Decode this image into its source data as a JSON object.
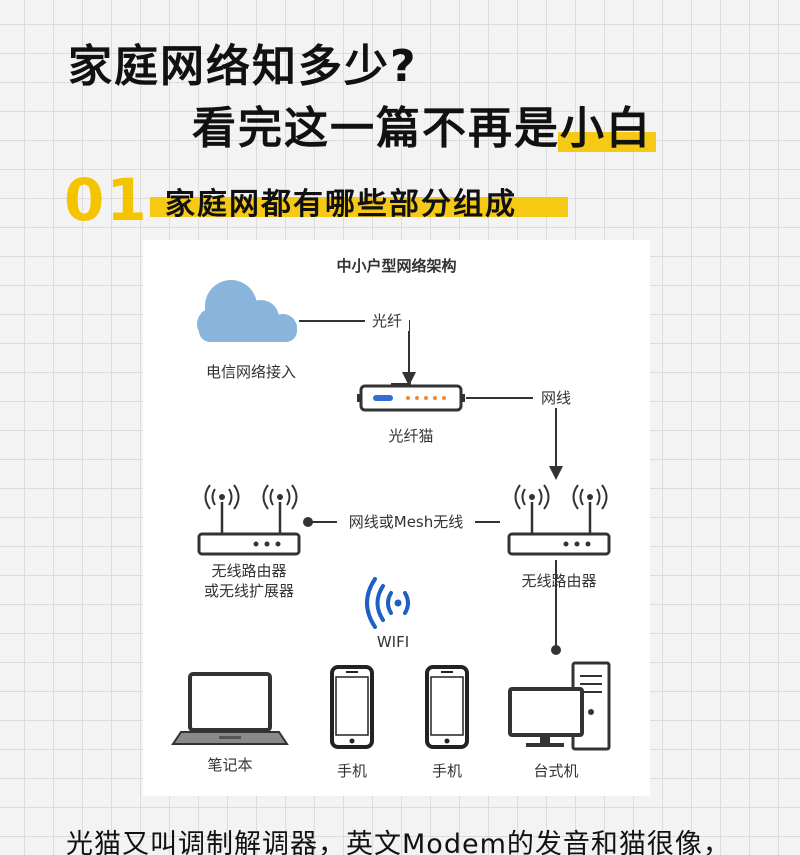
{
  "title": {
    "line1": "家庭网络知多少?",
    "line2_main": "看完这一篇不再是",
    "line2_highlight": "小白"
  },
  "section": {
    "number": "01",
    "title": "家庭网都有哪些部分组成"
  },
  "diagram": {
    "title": "中小户型网络架构",
    "nodes": {
      "internet": "电信网络接入",
      "modem": "光纤猫",
      "extender_line1": "无线路由器",
      "extender_line2": "或无线扩展器",
      "router": "无线路由器",
      "wifi": "WIFI",
      "laptop": "笔记本",
      "phone1": "手机",
      "phone2": "手机",
      "desktop": "台式机"
    },
    "links": {
      "fiber": "光纤",
      "ethernet": "网线",
      "mesh": "网线或Mesh无线"
    },
    "colors": {
      "cloud": "#89b4dc",
      "device_stroke": "#333333",
      "led_blue": "#2f6fd6",
      "led_orange": "#f08a2e",
      "wifi_blue": "#1d5fc4",
      "accent_yellow": "#f6c915"
    }
  },
  "bottom_text": "光猫又叫调制解调器，英文Modem的发音和猫很像，"
}
